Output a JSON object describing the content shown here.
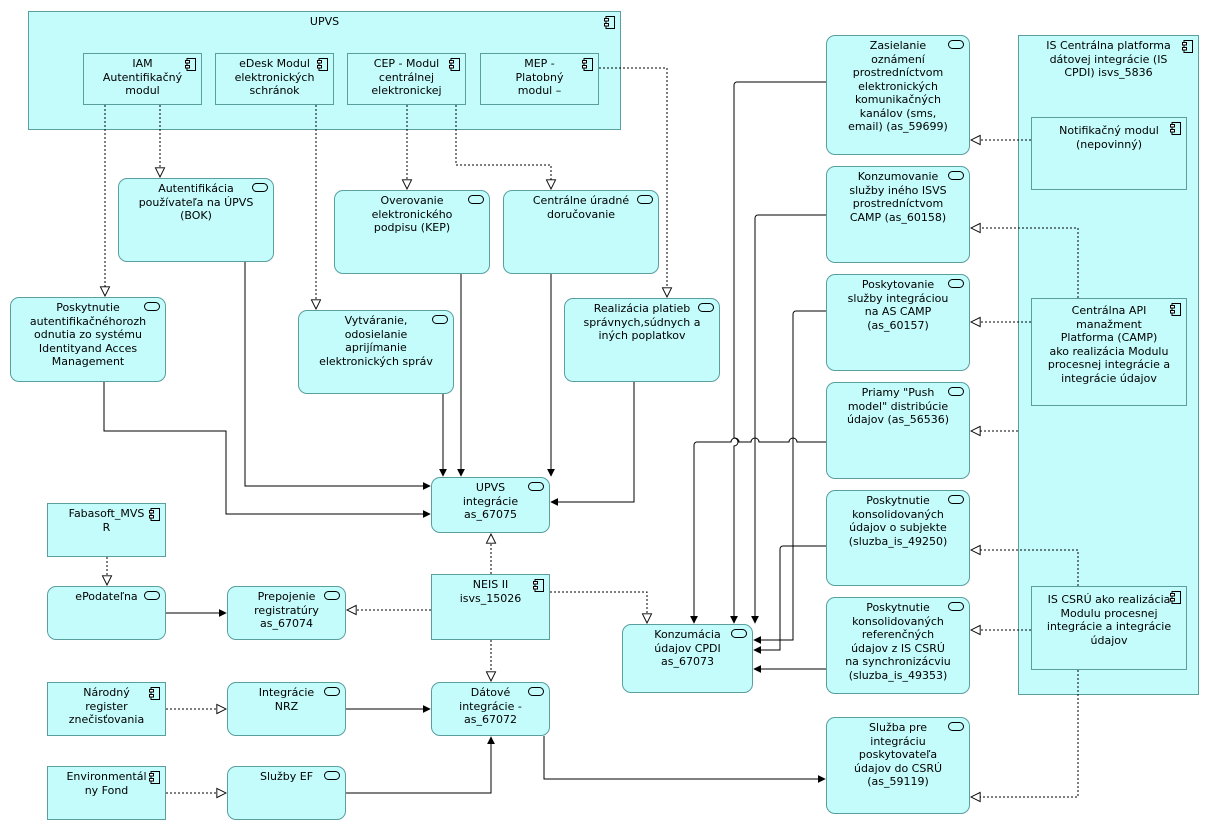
{
  "components": {
    "upvs": "UPVS",
    "iam": "IAM\nAutentifikačný\nmodul",
    "edesk": "eDesk Modul\nelektronických\nschránok",
    "cep": "CEP  - Modul\ncentrálnej\nelektronickej",
    "mep": "MEP -\nPlatobný\nmodul –",
    "cpdi": "IS Centrálna platforma\ndátovej integrácie (IS\nCPDI) isvs_5836",
    "notif": "Notifikačný modul\n(nepovinný)",
    "camp": "Centrálna API\nmanažment\nPlatforma  (CAMP)\nako realizácia Modulu\nprocesnej integrácie a\nintegrácie údajov",
    "csru": "IS CSRÚ ako realizácia\nModulu procesnej\nintegrácie a integrácie\núdajov",
    "fabasoft": "Fabasoft_MVS\nR",
    "neis": "NEIS II\nisvs_15026",
    "nrz_reg": "Národný\nregister\nznečisťovania",
    "envfond": "Environmentál\nny Fond"
  },
  "services": {
    "autentifikacia": "Autentifikácia\npoužívateľa na ÚPVS\n(BOK)",
    "overovanie": "Overovanie\nelektronického\npodpisu (KEP)",
    "centralne": "Centrálne úradné\ndoručovanie",
    "poskytnutie_iam": "Poskytnutie\nautentifikačnéhorozh\nodnutia zo systému\nIdentityand Acces\nManagement",
    "vytvaranie": "Vytváranie,\nodosielanie\naprijímanie\nelektronických správ",
    "platby": "Realizácia platieb\nsprávnych,súdnych a\niných poplatkov",
    "upvs_int": "UPVS\nintegrácie\nas_67075",
    "epodatelna": "ePodateľna",
    "prepojenie": "Prepojenie\nregistratúry\nas_67074",
    "konzumacia": "Konzumácia\núdajov CPDI\nas_67073",
    "integracie_nrz": "Integrácie\nNRZ",
    "datove": "Dátové\nintegrácie -\nas_67072",
    "sluzby_ef": "Služby EF",
    "zasielanie": "Zasielanie\noznámení\nprostredníctvom\nelektronických\nkomunikačných\nkanálov (sms,\nemail) (as_59699)",
    "konzumovanie": "Konzumovanie\nslužby iného ISVS\nprostredníctvom\nCAMP (as_60158)",
    "poskytovanie": "Poskytovanie\nslužby integráciou\nna AS CAMP\n(as_60157)",
    "priamy": "Priamy \"Push\nmodel\" distribúcie\núdajov   (as_56536)",
    "konsolidovanych_subj": "Poskytnutie\nkonsolidovaných\núdajov o subjekte\n(sluzba_is_49250)",
    "konsolidovanych_ref": "Poskytnutie\nkonsolidovaných\nreferenčných\núdajov z IS CSRÚ\nna synchronizácviu\n(sluzba_is_49353)",
    "sluzba_pre": "Služba pre\nintegráciu\nposkytovateľa\núdajov do CSRÚ\n(as_59119)"
  },
  "colors": {
    "fill": "#c4fcfc",
    "border": "#5a9e9e",
    "line": "#000000"
  }
}
